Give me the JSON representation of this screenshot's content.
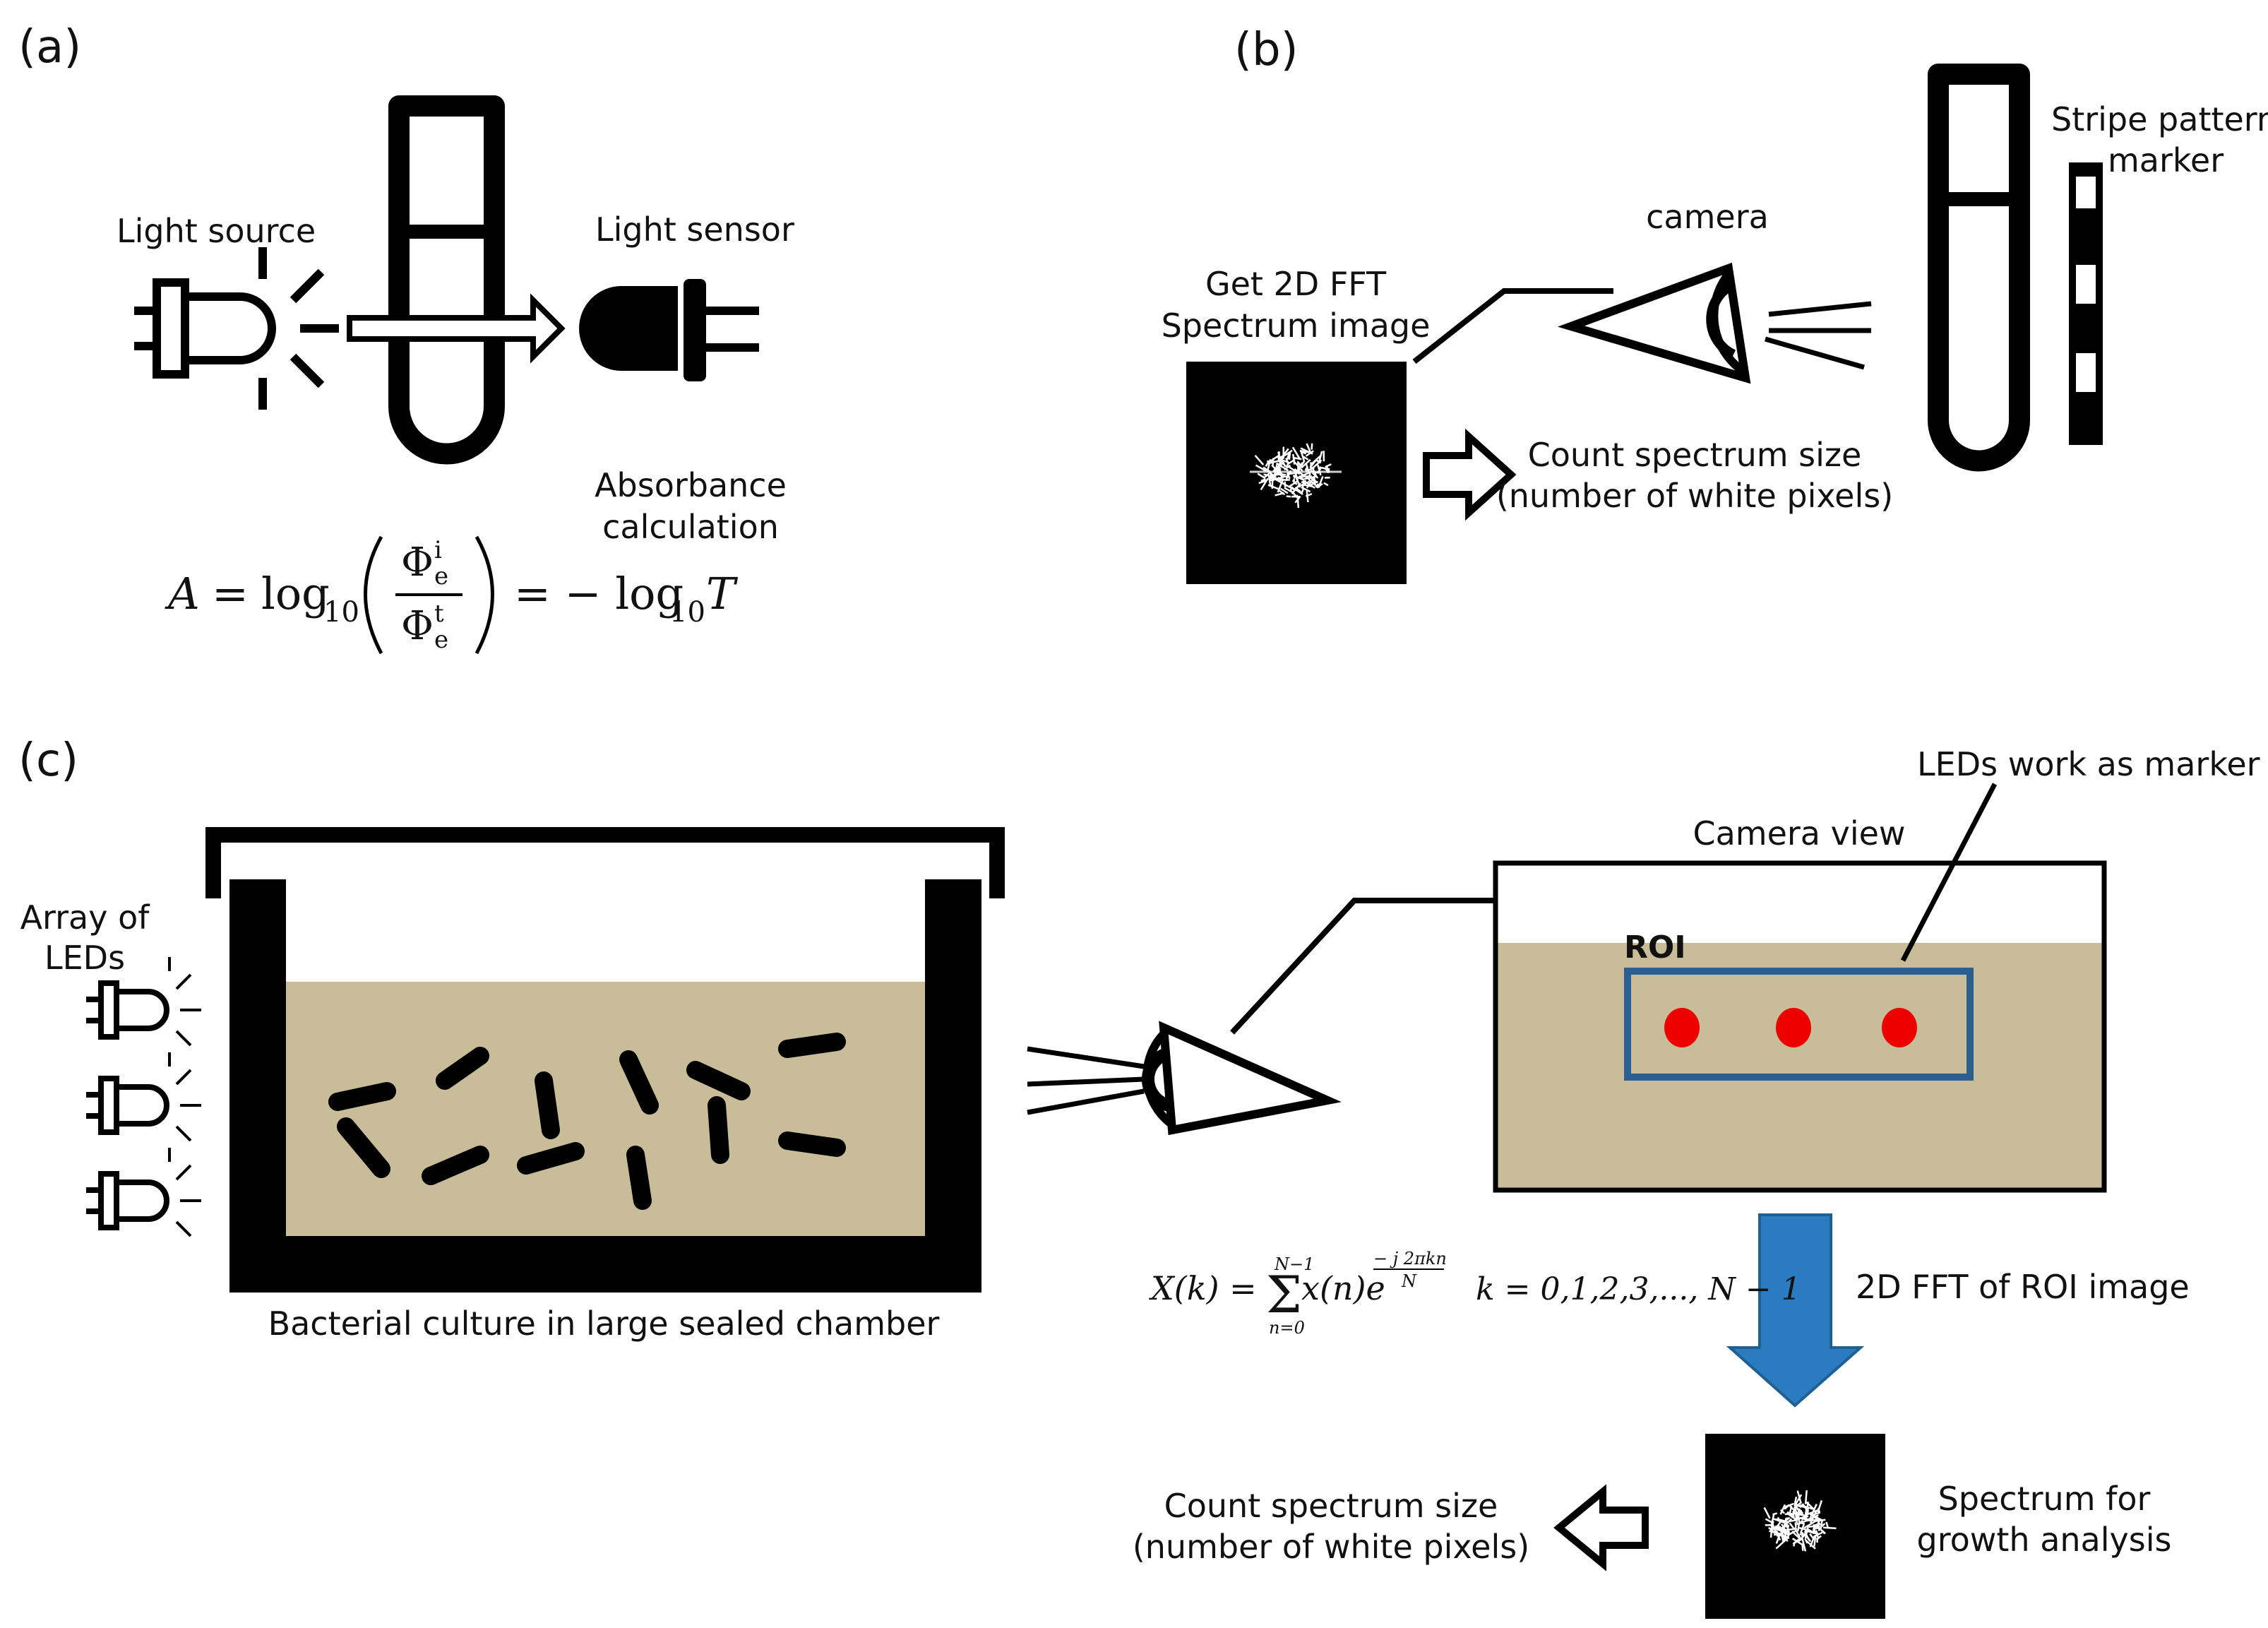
{
  "panels": {
    "a": {
      "label": "(a)",
      "light_source": "Light source",
      "light_sensor": "Light sensor",
      "absorbance_line1": "Absorbance",
      "absorbance_line2": "calculation",
      "formula": {
        "lhs": "A = log",
        "sub10": "10",
        "phi": "Φ",
        "e": "e",
        "i": "i",
        "t": "t",
        "rhs": "= − log",
        "T": "T"
      }
    },
    "b": {
      "label": "(b)",
      "get_fft_line1": "Get 2D FFT",
      "get_fft_line2": "Spectrum  image",
      "camera": "camera",
      "stripe_line1": "Stripe  pattern",
      "stripe_line2": "marker",
      "count_line1": "Count  spectrum  size",
      "count_line2": "(number  of  white  pixels)"
    },
    "c": {
      "label": "(c)",
      "array_line1": "Array  of",
      "array_line2": "LEDs",
      "culture": "Bacterial  culture  in  large  sealed  chamber",
      "camera_view": "Camera  view",
      "leds_marker": "LEDs work  as  marker",
      "roi": "ROI",
      "fft_label": "2D  FFT  of  ROI  image",
      "spectrum_line1": "Spectrum  for",
      "spectrum_line2": "growth  analysis",
      "count_line1": "Count  spectrum  size",
      "count_line2": "(number  of  white  pixels)",
      "formula": {
        "lhs": "X(k) =",
        "sum": "Σ",
        "upper": "N−1",
        "lower": "n=0",
        "term": "x(n)e",
        "exponent": "− j 2πkn",
        "exp_den": "N",
        "range": "k = 0,1,2,3,..., N − 1"
      }
    }
  },
  "colors": {
    "culture": "#c8bd98",
    "roi_border": "#2a5f8f",
    "led_red": "#ee0000",
    "arrow_blue": "#2a7bbf",
    "arrow_blue_dark": "#1e5f94"
  }
}
